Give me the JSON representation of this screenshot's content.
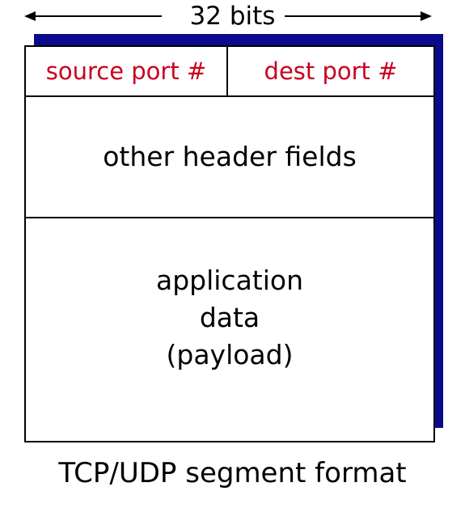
{
  "diagram": {
    "width_label": "32 bits",
    "fields": {
      "source_port": "source port #",
      "dest_port": "dest port #",
      "header": "other header fields",
      "payload_lines": [
        "application",
        "data",
        "(payload)"
      ]
    },
    "caption": "TCP/UDP segment format",
    "colors": {
      "port_text": "#c8001e",
      "shadow": "#0a0a8c",
      "outline": "#000000"
    }
  }
}
